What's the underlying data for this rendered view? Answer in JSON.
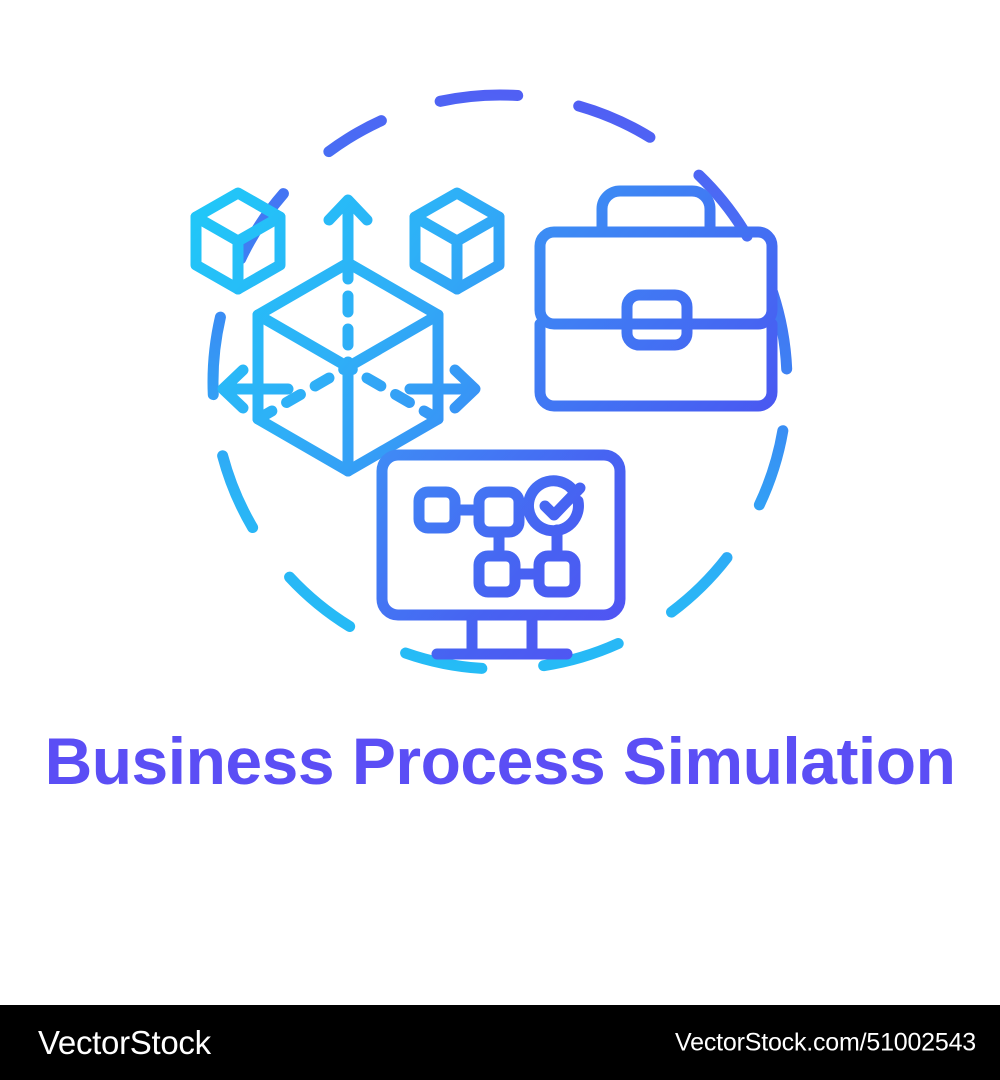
{
  "artwork": {
    "title_text": "Business Process Simulation",
    "title_line_1": "Business Process",
    "title_line_2": "Simulation",
    "title_color": "#5b4ef5",
    "background_color": "#ffffff",
    "style": "gradient line art concept icon",
    "gradient": {
      "start_color": "#29c5f6",
      "mid_color": "#3b82f5",
      "end_color": "#5b4ef5",
      "direction": "top-left to bottom-right"
    },
    "elements": [
      {
        "name": "dashed-circle-outline",
        "description": "dashed circular frame surrounding the icon group"
      },
      {
        "name": "isometric-cube-large",
        "description": "large 3D cube with dashed hidden edges"
      },
      {
        "name": "isometric-cube-small-left",
        "description": "small 3D cube upper left"
      },
      {
        "name": "isometric-cube-small-right",
        "description": "small 3D cube upper right"
      },
      {
        "name": "scale-arrow-up",
        "description": "upward arrow above large cube"
      },
      {
        "name": "scale-arrow-left",
        "description": "left arrow beside large cube"
      },
      {
        "name": "scale-arrow-right",
        "description": "right arrow beside large cube"
      },
      {
        "name": "briefcase",
        "description": "business briefcase with handle and latch"
      },
      {
        "name": "monitor-flowchart",
        "description": "desktop monitor showing process flowchart with approval check"
      },
      {
        "name": "check-circle",
        "description": "circle with checkmark indicating process validation"
      }
    ]
  },
  "footer": {
    "brand": "VectorStock",
    "url": "VectorStock.com/51002543",
    "background_color": "#000000",
    "text_color": "#ffffff"
  }
}
